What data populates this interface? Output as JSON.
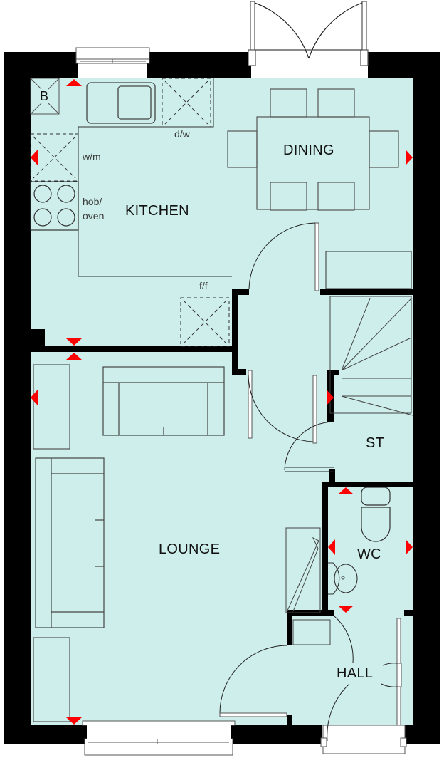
{
  "plan": {
    "colors": {
      "floor": "#cdeeea",
      "wall": "#000000",
      "line": "#333333",
      "marker": "#ff0000",
      "outside": "#ffffff"
    },
    "rooms": {
      "kitchen": "KITCHEN",
      "dining": "DINING",
      "lounge": "LOUNGE",
      "store": "ST",
      "wc": "WC",
      "hall": "HALL"
    },
    "fixtures": {
      "boiler": "B",
      "dishwasher": "d/w",
      "washing_machine": "w/m",
      "hob_oven": "hob/\noven",
      "fridge_freezer": "f/f"
    },
    "openings": {
      "kitchen_window": "window",
      "dining_french_doors": "french-doors",
      "lounge_window": "window",
      "front_door": "entrance-door"
    }
  }
}
